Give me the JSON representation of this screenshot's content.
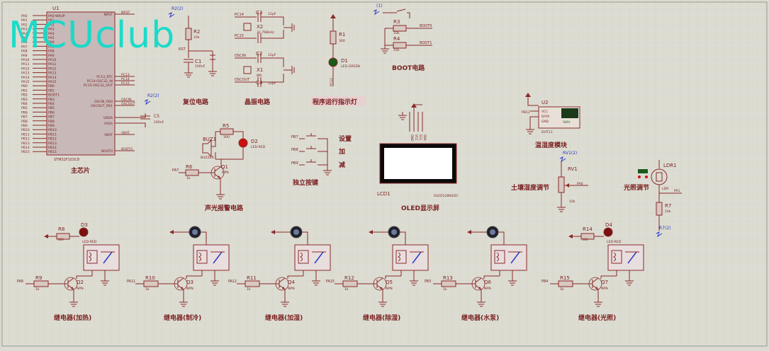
{
  "watermark": "MCUclub",
  "chip": {
    "ref": "U1",
    "model": "STM32F103C8",
    "title": "主芯片",
    "left_pins": [
      "PA0-WKUP",
      "PA1",
      "PA2",
      "PA3",
      "PA4",
      "PA5",
      "PA6",
      "PA7",
      "PA8",
      "PA9",
      "PA10",
      "PA11",
      "PA12",
      "PA13",
      "PA14",
      "PA15",
      "PB0",
      "PB1",
      "BOOT1",
      "PB3",
      "PB4",
      "PB5",
      "PB6",
      "PB7",
      "PB8",
      "PB9",
      "PB10",
      "PB11",
      "PB12",
      "PB13",
      "PB14",
      "PB15"
    ],
    "right_pins": [
      "NRST",
      "PC13_RTC",
      "PC14-OSC32_IN",
      "PC15-OSC32_OUT",
      "OSCIN_PD0",
      "OSCOUT_PD1",
      "VDDA",
      "VSSA",
      "VBAT",
      "BOOT0"
    ],
    "right_nets": [
      "NRST",
      "PC13",
      "PC14",
      "PC15",
      "OSCIN",
      "OSCOUT",
      "",
      "",
      "VBAT",
      "BOOT0"
    ],
    "c5": "C5",
    "c5_value": "100nF"
  },
  "reset": {
    "title": "复位电路",
    "r": "R2",
    "r_value": "10k",
    "c": "C1",
    "c_value": "100nF",
    "net": "RST",
    "probe": "R2(2)"
  },
  "crystal": {
    "title": "晶振电路",
    "x2": "X2",
    "x2_value": "32.768kHz",
    "x1": "X1",
    "x1_value": "8M",
    "c3": "C3",
    "c4": "C4",
    "c2": "C2",
    "c_value": "12pF",
    "nets": [
      "PC14",
      "PC15",
      "OSCIN",
      "OSCOUT"
    ]
  },
  "led": {
    "title": "程序运行指示灯",
    "r": "R1",
    "r_value": "300",
    "d": "D1",
    "d_value": "LED-GREEN",
    "net": "PC13"
  },
  "boot": {
    "title": "BOOT电路",
    "r3": "R3",
    "r4": "R4",
    "r_value": "10k",
    "nets": [
      "BOOT0",
      "BOOT1"
    ],
    "probe": "(1)"
  },
  "buzzer": {
    "title": "声光报警电路",
    "buz": "BUZ1",
    "buz_value": "BUZZER",
    "r5": "R5",
    "r5_value": "300",
    "d2": "D2",
    "d2_value": "LED-RED",
    "q": "Q1",
    "q_value": "NPN",
    "r6": "R6",
    "r6_value": "1k",
    "net": "PA7"
  },
  "keys": {
    "title": "独立按键",
    "nets": [
      "PB7",
      "PB8",
      "PB9"
    ],
    "labels": [
      "设置",
      "加",
      "减"
    ]
  },
  "oled": {
    "title": "OLED显示屏",
    "ref": "LCD1",
    "model": "OLED12864I2C",
    "pins": [
      "GND",
      "VCC",
      "SCL",
      "SDA"
    ]
  },
  "sensor": {
    "title": "温湿度模块",
    "ref": "U2",
    "model": "DHT11",
    "pins": [
      "VCC",
      "DATA",
      "GND"
    ],
    "net": "PB12",
    "reading": "%RH"
  },
  "soil": {
    "title": "土壤湿度调节",
    "ref": "RV1",
    "value": "10k",
    "net": "PA0",
    "probe": "RV1(2)"
  },
  "light": {
    "title": "光照调节",
    "ldr": "LDR1",
    "ldr_value": "LDR",
    "r7": "R7",
    "r7_value": "10k",
    "net": "PA1",
    "probe": "R7(2)"
  },
  "relays": [
    {
      "title": "继电器(加热)",
      "net": "PA8",
      "rb": "R9",
      "q": "Q2",
      "rl": "R8",
      "d": "D3",
      "has_led": true
    },
    {
      "title": "继电器(制冷)",
      "net": "PA11",
      "rb": "R10",
      "q": "Q3",
      "has_led": false
    },
    {
      "title": "继电器(加湿)",
      "net": "PA12",
      "rb": "R11",
      "q": "Q4",
      "has_led": false
    },
    {
      "title": "继电器(除湿)",
      "net": "PA15",
      "rb": "R12",
      "q": "Q5",
      "has_led": false
    },
    {
      "title": "继电器(水泵)",
      "net": "PB3",
      "rb": "R13",
      "q": "Q6",
      "has_led": false
    },
    {
      "title": "继电器(光照)",
      "net": "PB4",
      "rb": "R15",
      "q": "Q7",
      "rl": "R14",
      "d": "D4",
      "has_led": true
    }
  ],
  "common": {
    "npn": "NPN",
    "rb_value": "1k",
    "rl_value": "300",
    "led_value": "LED-RED"
  },
  "colors": {
    "bg": "#dcdcd2",
    "wire": "#8b2a2a",
    "label": "#7a1f1f",
    "chip_fill": "#c8b8b8",
    "led_green": "#1a5a1a",
    "led_red": "#cc1010",
    "water": "#11dbc8",
    "probe": "#2a3cc8"
  }
}
